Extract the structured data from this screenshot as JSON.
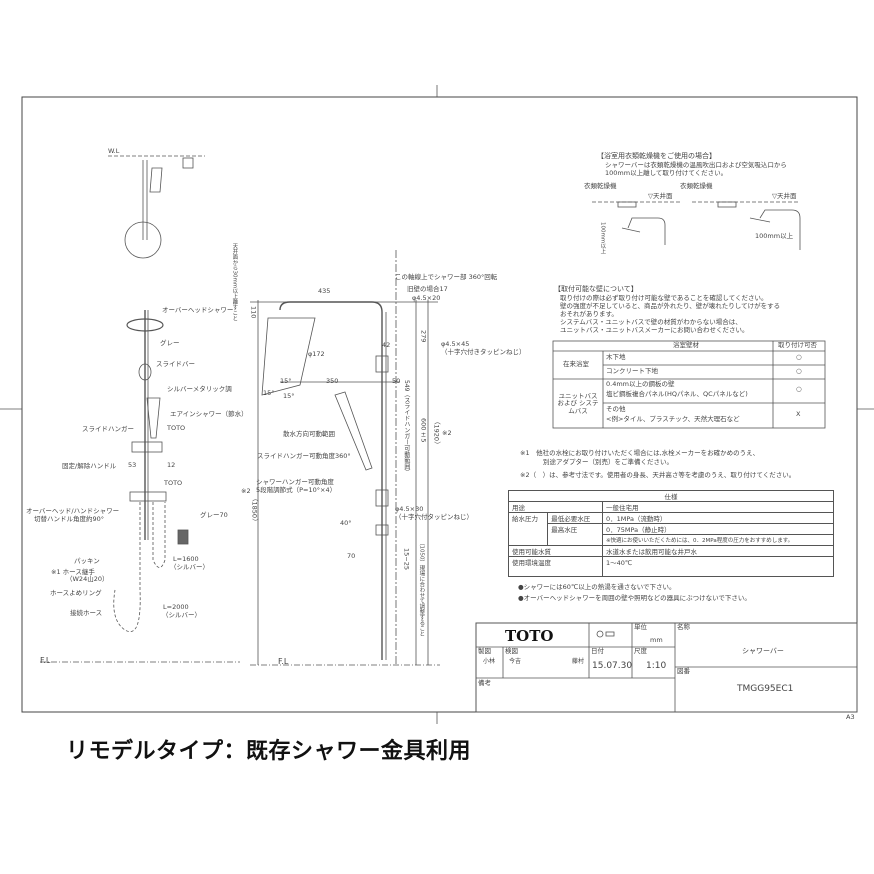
{
  "caption": "リモデルタイプ：既存シャワー金具利用",
  "paper_size": "A3",
  "front_view": {
    "wl": "W.L",
    "ceiling_note": "天井面から30mm以上離すこと"
  },
  "side_labels": {
    "overhead": "オーバーヘッドシャワー",
    "gray": "グレー",
    "slide_bar": "スライドバー",
    "silver": "シルバーメタリック調",
    "air_shower": "エアインシャワー（節水）",
    "slide_hanger": "スライドハンガー",
    "toto1": "TOTO",
    "fix_handle": "固定/解除ハンドル",
    "dim53": "53",
    "dim12": "12",
    "toto2": "TOTO",
    "switch1": "オーバーヘッド/ハンドシャワー",
    "switch2": "切替ハンドル角度約90°",
    "gray70": "グレー70",
    "packing": "パッキン",
    "hose_joint": "※1 ホース継手",
    "hose_joint_size": "（W24山20）",
    "hose_ring": "ホースよめリング",
    "conn_hose": "接続ホース",
    "l1600": "L=1600",
    "l1600_sub": "（シルバー）",
    "l2000": "L=2000",
    "l2000_sub": "（シルバー）",
    "fl": "F.L"
  },
  "dim_view": {
    "d435": "435",
    "d110": "110",
    "rotate": "この軸線上でシャワー部 360°回転",
    "wall17": "旧壁の場合17",
    "screw20": "φ4.5×20",
    "d42": "42",
    "d279": "279",
    "screw45": "φ4.5×45",
    "screw45_sub": "（十字穴付きタッピンねじ）",
    "phi172": "φ172",
    "d15a": "15°",
    "d15b": "15°",
    "d15c": "15°",
    "d350": "350",
    "d50": "50",
    "spray_range": "散水方向可動範囲",
    "hanger360": "スライドハンガー可動角度360°",
    "hanger_angle": "シャワーハンガー可動角度",
    "hanger_steps": "5段階調節式（P=10°×4）",
    "d40": "40°",
    "screw30": "φ4.5×30",
    "screw30_sub": "（十字穴付タッピンねじ）",
    "d70": "70",
    "d15_25": "15~25",
    "d549": "549（スライドハンガー可動範囲）",
    "d600": "600±5",
    "d1920": "（1920）",
    "d1850": "（1850）",
    "mark2": "※2",
    "d1050": "（1050）現場に合わせて調整すること",
    "fl": "F.L"
  },
  "dryer": {
    "title": "【浴室用衣類乾燥機をご使用の場合】",
    "text1": "シャワーバーは衣類乾燥機の温風吹出口および空気吸込口から",
    "text2": "100mm以上離して取り付けてください。",
    "dryer_label": "衣類乾燥機",
    "ceiling": "▽天井面",
    "min": "100mm以上"
  },
  "wall": {
    "title": "【取付可能な壁について】",
    "lines": [
      "取り付けの際は必ず取り付け可能な壁であることを確認してください。",
      "壁の強度が不足していると、商品が外れたり、壁が壊れたりしてけがをする",
      "おそれがあります。",
      "システムバス・ユニットバスで壁の材質がわからない場合は、",
      "ユニットバス・ユニットバスメーカーにお問い合わせください。"
    ],
    "header": [
      "浴室壁材",
      "取り付け可否"
    ],
    "rows": [
      {
        "group": "在来浴室",
        "material": "木下地",
        "ok": "○"
      },
      {
        "group": "",
        "material": "コンクリート下地",
        "ok": "○"
      },
      {
        "group": "ユニットバス および システムバス",
        "material": "0.4mm以上の鋼板の壁",
        "material2": "塩ビ鋼板複合パネル(HQパネル、QCパネルなど)",
        "ok": "○"
      },
      {
        "group": "",
        "material": "その他",
        "material2": "<例>タイル、プラスチック、天然大理石など",
        "ok": "X"
      }
    ]
  },
  "notes": {
    "n1a": "※1　他社の水栓にお取り付けいただく場合には,水栓メーカーをお確かめのうえ、",
    "n1b": "別途アダプター（別売）をご準備ください。",
    "n2": "※2（　）は、参考寸法です。使用者の身長、天井高さ等を考慮のうえ、取り付けてください。"
  },
  "spec": {
    "title": "仕様",
    "use_label": "用途",
    "use": "一般住宅用",
    "pressure_label": "給水圧力",
    "min_label": "最低必要水圧",
    "min": "0．1MPa（流動時）",
    "max_label": "最高水圧",
    "max": "0．75MPa（静止時）",
    "recommend": "※快適にお使いいただくためには、0．2MPa程度の圧力をおすすめします。",
    "water_label": "使用可能水質",
    "water": "水道水または飲用可能な井戸水",
    "temp_label": "使用環境温度",
    "temp": "1～40℃"
  },
  "warnings": [
    "●シャワーには60℃以上の熱湯を通さないで下さい。",
    "●オーバーヘッドシャワーを周囲の壁や照明などの器具にぶつけないで下さい。"
  ],
  "title_block": {
    "brand": "TOTO",
    "unit_label": "単位",
    "unit": "mm",
    "name_label": "名称",
    "name": "シャワーバー",
    "drawn_label": "製図",
    "drawn": "小林",
    "checked_label": "検図",
    "checked1": "今吉",
    "checked2": "藤村",
    "date_label": "日付",
    "date": "15.07.30",
    "scale_label": "尺度",
    "scale": "1:10",
    "dwg_label": "図番",
    "dwg": "TMGG95EC1",
    "remarks_label": "備考"
  }
}
